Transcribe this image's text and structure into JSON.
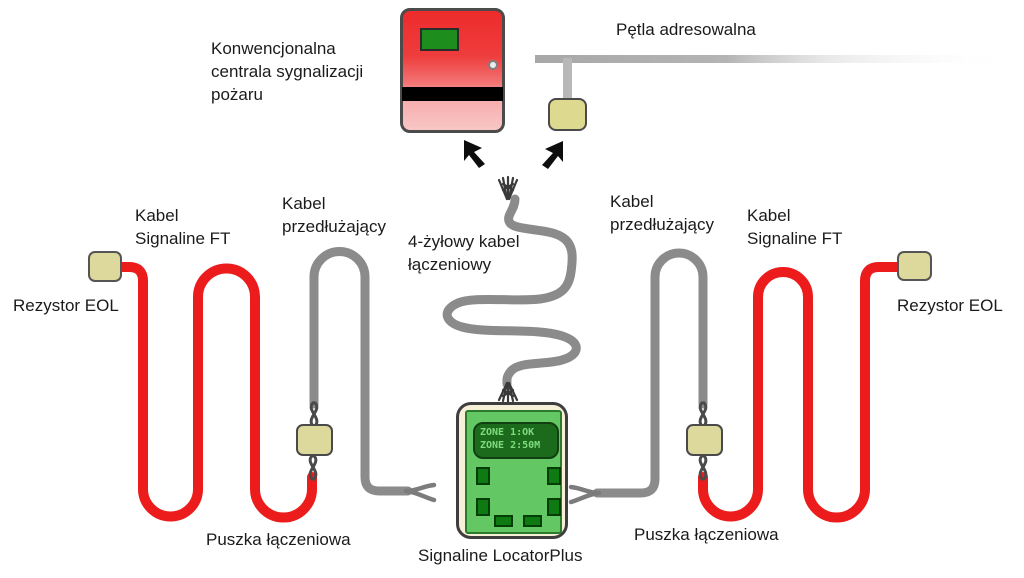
{
  "diagram_title": "Signaline LocatorPlus fire detection wiring diagram",
  "labels": {
    "panel_line1": "Konwencjonalna",
    "panel_line2": "centrala sygnalizacji",
    "panel_line3": "pożaru",
    "loop": "Pętla adresowalna",
    "signaline_left_line1": "Kabel",
    "signaline_left_line2": "Signaline FT",
    "eol_left": "Rezystor EOL",
    "extension_left_line1": "Kabel",
    "extension_left_line2": "przedłużający",
    "four_core_line1": "4-żyłowy kabel",
    "four_core_line2": "łączeniowy",
    "extension_right_line1": "Kabel",
    "extension_right_line2": "przedłużający",
    "signaline_right_line1": "Kabel",
    "signaline_right_line2": "Signaline FT",
    "eol_right": "Rezystor EOL",
    "junction_left": "Puszka łączeniowa",
    "junction_right": "Puszka łączeniowa",
    "locator": "Signaline LocatorPlus"
  },
  "lcd": {
    "line1": "ZONE 1:OK",
    "line2": "ZONE 2:50M"
  },
  "colors": {
    "cable_red": "#ec1c1c",
    "cable_gray": "#8b8b8b",
    "twist_dark": "#4a4a4a",
    "box_beige": "#ddd89c",
    "panel_red": "#ee2b2b",
    "panel_pink": "#f9c6c6",
    "display_green": "#1d8e1d",
    "locator_body_green": "#63c763",
    "lcd_background": "#1c6b1c",
    "lcd_text": "#7edc7e",
    "loop_line_gray": "#b0b0b0"
  }
}
